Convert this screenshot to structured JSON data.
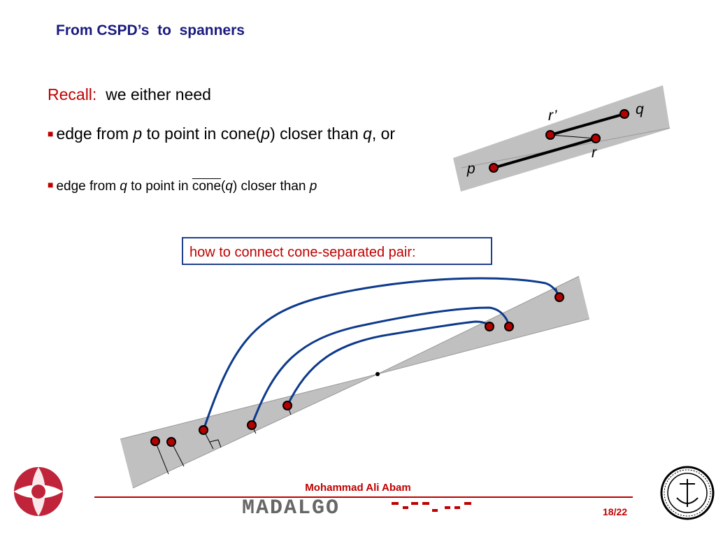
{
  "title": "From CSPD’s  to  spanners",
  "recall": {
    "label": "Recall:",
    "text": "  we either need"
  },
  "bullet1": {
    "t1": "edge from ",
    "v1": "p",
    "t2": " to point in cone(",
    "v2": "p",
    "t3": ") closer than ",
    "v3": "q",
    "t4": ", or"
  },
  "bullet2": {
    "t1": "edge from ",
    "v1": "q",
    "t2": " to point in ",
    "cone": "cone",
    "t3": "(",
    "v2": "q",
    "t4": ") closer than ",
    "v3": "p"
  },
  "callout": "how to connect cone-separated pair:",
  "diagram_labels": {
    "r_prime": "r’",
    "q": "q",
    "r": "r",
    "p": "p"
  },
  "footer": {
    "author": "Mohammad Ali Abam",
    "logo_text": "MADALGO",
    "page": "18/22"
  },
  "colors": {
    "title": "#1a1a80",
    "accent_red": "#c00000",
    "curve_blue": "#0d3a8c",
    "cone_gray": "#c0c0c0",
    "point_red": "#b30000"
  },
  "icons": {
    "left_logo": "university-cross-logo",
    "right_logo": "aarhus-seal-logo"
  }
}
